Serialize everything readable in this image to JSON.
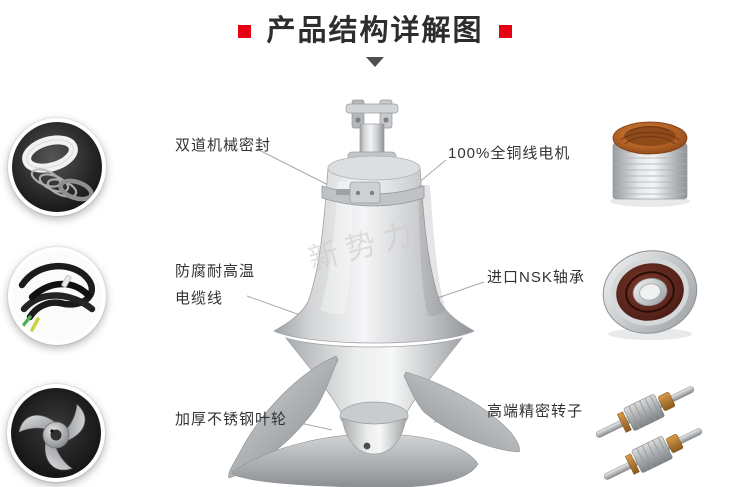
{
  "header": {
    "title": "产品结构详解图"
  },
  "watermark": "新势力",
  "callouts": {
    "seal": {
      "label": "双道机械密封"
    },
    "cable": {
      "line1": "防腐耐高温",
      "line2": "电缆线"
    },
    "impeller": {
      "label": "加厚不锈钢叶轮"
    },
    "motor": {
      "label": "100%全铜线电机"
    },
    "bearing": {
      "label": "进口NSK轴承"
    },
    "rotor": {
      "label": "高端精密转子"
    }
  },
  "photos": {
    "left": [
      "mechanical-seal-photo",
      "cable-photo",
      "impeller-photo"
    ],
    "right": [
      "motor-stator-photo",
      "bearing-photo",
      "rotor-photo"
    ]
  },
  "colors": {
    "accent_red": "#e60012",
    "label_text": "#333333",
    "callout_line": "#a9a9a9",
    "title_text": "#2d2d2d"
  }
}
